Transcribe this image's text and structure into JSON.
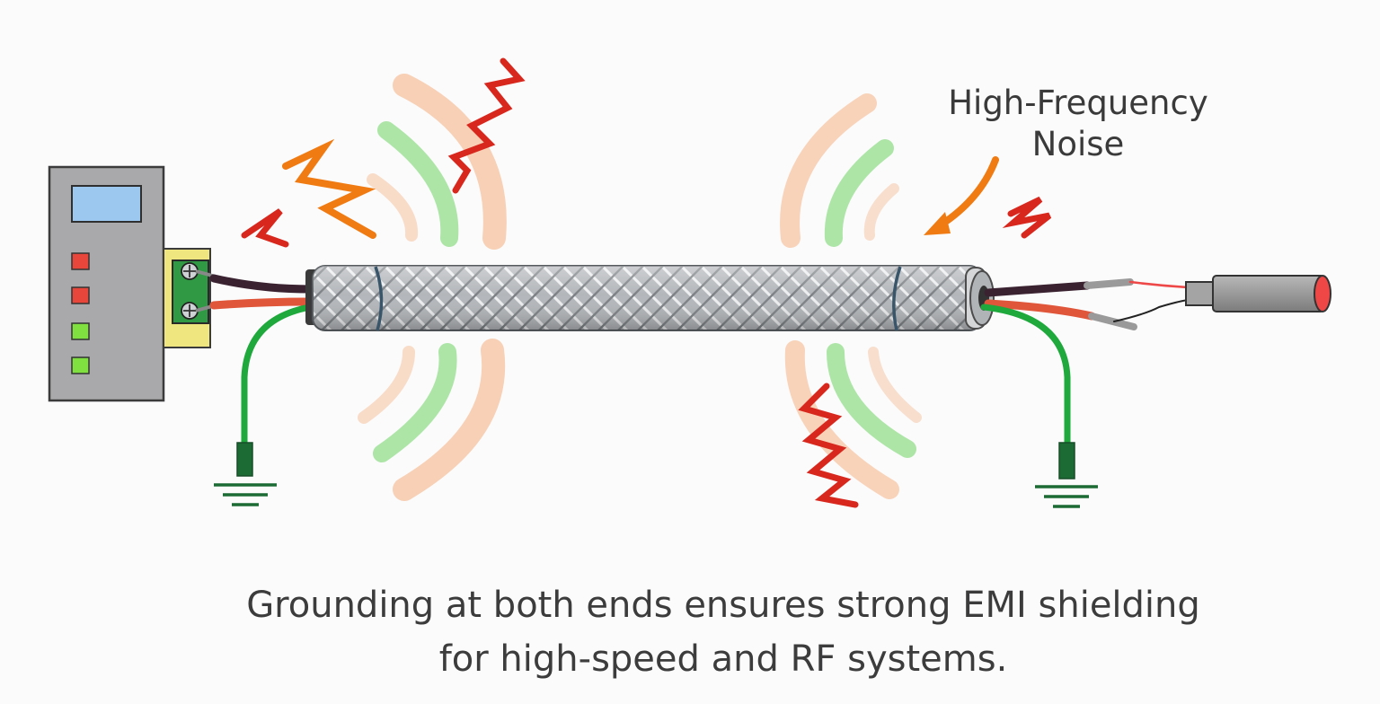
{
  "noise_label": {
    "line1": "High-Frequency",
    "line2": "Noise"
  },
  "caption": {
    "line1": "Grounding at both ends ensures strong EMI shielding",
    "line2": "for high-speed and RF systems."
  },
  "colors": {
    "background": "#fbfbfc",
    "device_body": "#a9a9ab",
    "device_screen": "#9cc8ef",
    "indicator_red": "#e8463a",
    "indicator_green": "#7fe040",
    "terminal_block": "#efe680",
    "terminal_green": "#2f9a43",
    "ground_wire": "#1fa83c",
    "ground_symbol": "#1d6b34",
    "signal_wire_dark": "#3a2230",
    "signal_wire_red": "#e0563a",
    "braid_shield": "#b9bcc0",
    "noise_red": "#d8281e",
    "noise_orange": "#f07b12",
    "field_green": "#8fdc84",
    "field_peach": "#f6c29d",
    "sensor_body": "#9c9c9c",
    "sensor_tip": "#ef4646"
  },
  "icons": {
    "device": "control-panel-icon",
    "terminal": "screw-terminal-icon",
    "ground": "ground-symbol-icon",
    "sensor": "cylindrical-sensor-icon",
    "noise": "zigzag-noise-icon",
    "arrow": "curved-arrow-icon"
  }
}
